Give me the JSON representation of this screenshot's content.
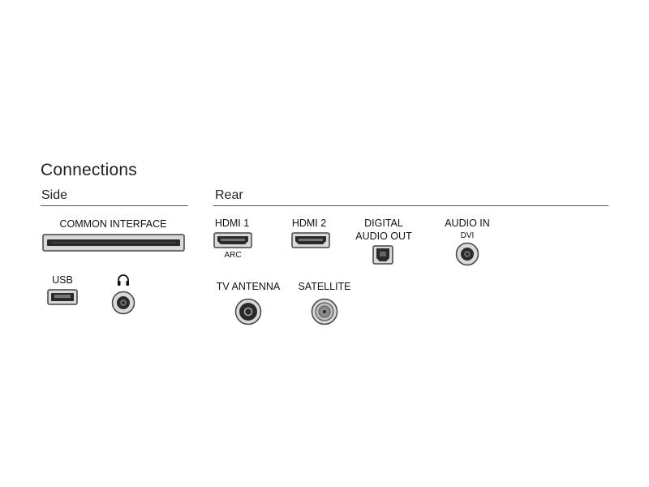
{
  "heading": "Connections",
  "side": {
    "title": "Side",
    "common_interface": "COMMON INTERFACE",
    "usb": "USB"
  },
  "rear": {
    "title": "Rear",
    "hdmi1": "HDMI 1",
    "hdmi1_sub": "ARC",
    "hdmi2": "HDMI 2",
    "digital_audio_out_line1": "DIGITAL",
    "digital_audio_out_line2": "AUDIO OUT",
    "audio_in": "AUDIO IN",
    "audio_in_sub": "DVI",
    "tv_antenna": "TV ANTENNA",
    "satellite": "SATELLITE"
  },
  "icons": {
    "headphone": "headphone-icon",
    "ci_slot": "common-interface-slot-icon",
    "usb_port": "usb-port-icon",
    "hdmi_port": "hdmi-port-icon",
    "optical_port": "optical-port-icon",
    "jack_port": "audio-jack-icon",
    "antenna_port": "antenna-port-icon",
    "satellite_port": "satellite-port-icon"
  },
  "colors": {
    "port_fill": "#d9d9d9",
    "port_stroke": "#444444",
    "port_dark": "#2a2a2a",
    "rule": "#555555"
  }
}
